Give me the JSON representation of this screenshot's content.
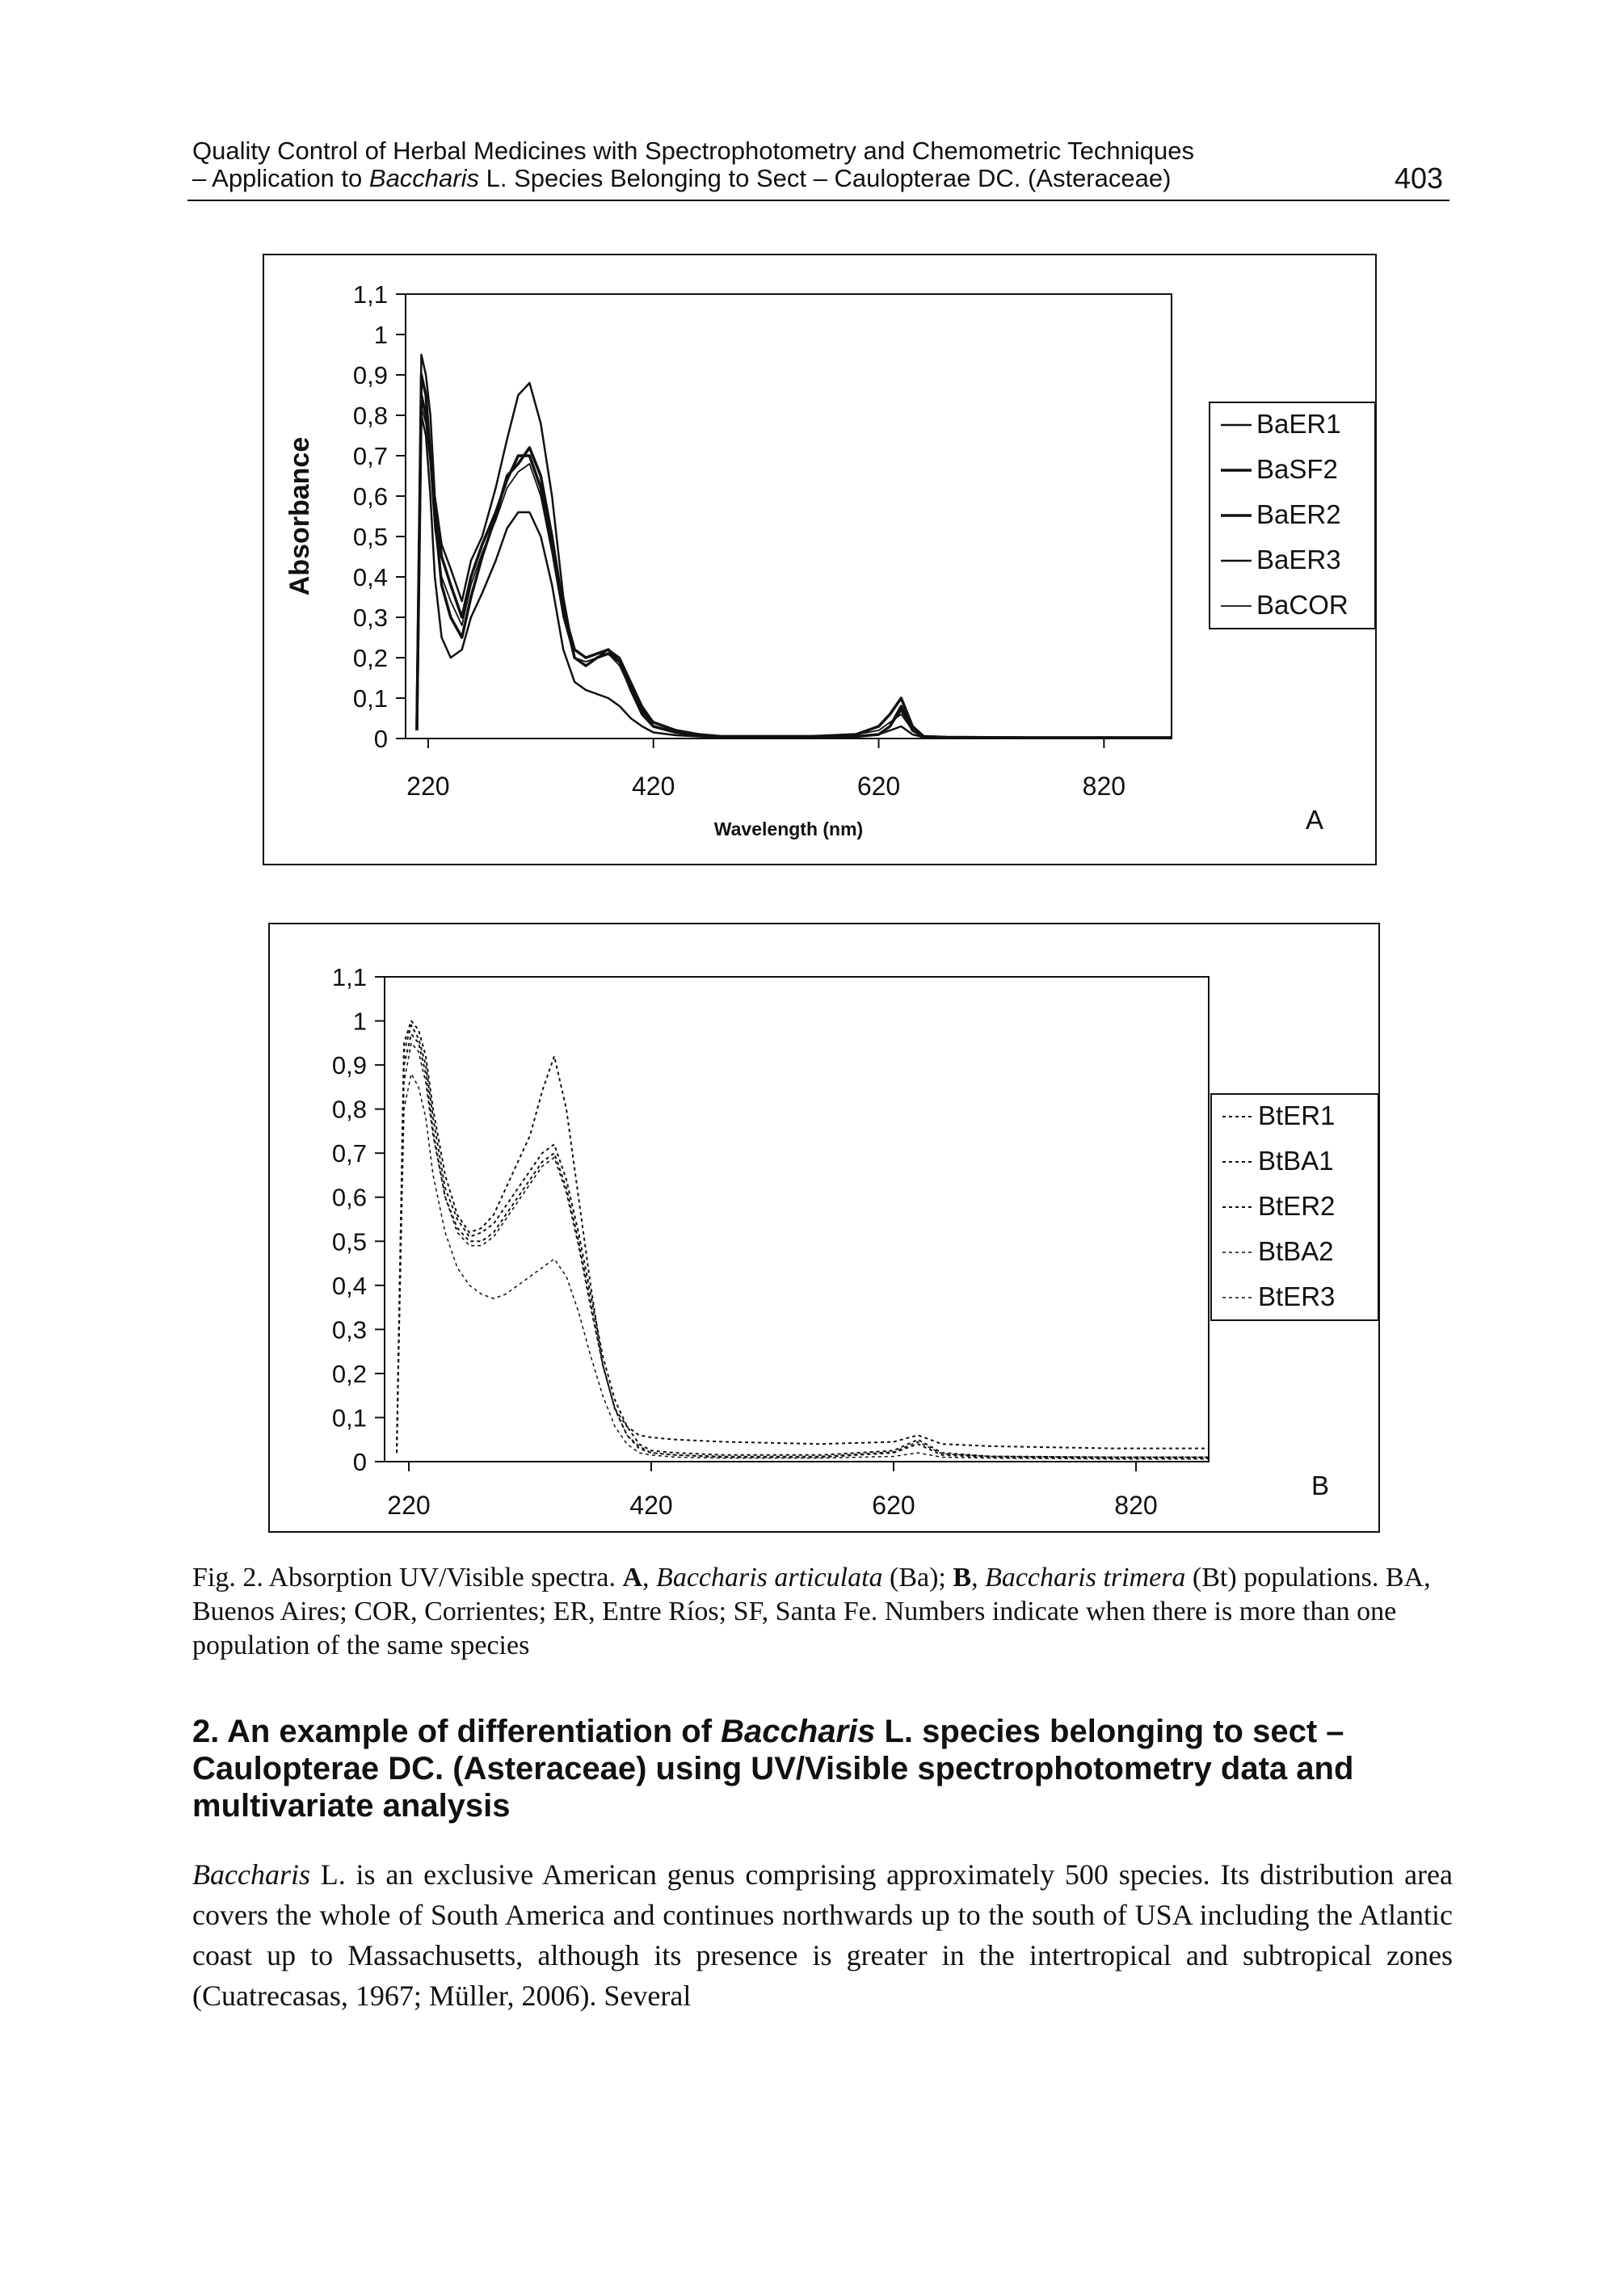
{
  "header": {
    "line1": "Quality Control of Herbal Medicines with Spectrophotometry and Chemometric Techniques",
    "line2_pre": "– Application to ",
    "line2_genus": "Baccharis",
    "line2_post": " L. Species Belonging to Sect – Caulopterae DC. (Asteraceae)",
    "page_number": "403"
  },
  "figure_a": {
    "panel_letter": "A",
    "chart_data": {
      "type": "line",
      "xlabel": "Wavelength (nm)",
      "ylabel": "Absorbance",
      "xlim": [
        200,
        880
      ],
      "ylim": [
        0,
        1.1
      ],
      "x_ticks": [
        "220",
        "420",
        "620",
        "820"
      ],
      "y_ticks": [
        "0",
        "0,1",
        "0,2",
        "0,3",
        "0,4",
        "0,5",
        "0,6",
        "0,7",
        "0,8",
        "0,9",
        "1",
        "1,1"
      ],
      "legend": "right",
      "series": [
        {
          "name": "BaER1",
          "x": [
            210,
            214,
            218,
            222,
            226,
            232,
            240,
            250,
            258,
            268,
            280,
            290,
            300,
            310,
            320,
            330,
            340,
            350,
            360,
            370,
            380,
            390,
            400,
            410,
            420,
            440,
            460,
            480,
            520,
            560,
            600,
            620,
            630,
            640,
            650,
            660,
            680,
            760,
            880
          ],
          "y": [
            0.02,
            0.95,
            0.9,
            0.8,
            0.6,
            0.48,
            0.42,
            0.34,
            0.44,
            0.5,
            0.62,
            0.74,
            0.85,
            0.88,
            0.78,
            0.6,
            0.35,
            0.2,
            0.18,
            0.2,
            0.22,
            0.2,
            0.14,
            0.08,
            0.04,
            0.02,
            0.01,
            0.005,
            0.005,
            0.005,
            0.005,
            0.01,
            0.03,
            0.07,
            0.02,
            0.005,
            0.003,
            0.002,
            0.002
          ]
        },
        {
          "name": "BaSF2",
          "x": [
            210,
            214,
            218,
            222,
            226,
            232,
            240,
            250,
            258,
            268,
            280,
            290,
            300,
            310,
            320,
            330,
            340,
            350,
            360,
            370,
            380,
            390,
            400,
            410,
            420,
            440,
            460,
            480,
            520,
            560,
            600,
            620,
            630,
            640,
            650,
            660,
            680,
            760,
            880
          ],
          "y": [
            0.02,
            0.9,
            0.85,
            0.7,
            0.55,
            0.38,
            0.3,
            0.25,
            0.35,
            0.45,
            0.55,
            0.65,
            0.68,
            0.72,
            0.65,
            0.5,
            0.32,
            0.2,
            0.18,
            0.2,
            0.21,
            0.19,
            0.13,
            0.07,
            0.04,
            0.02,
            0.01,
            0.005,
            0.005,
            0.005,
            0.005,
            0.01,
            0.03,
            0.08,
            0.02,
            0.005,
            0.003,
            0.002,
            0.002
          ]
        },
        {
          "name": "BaER2",
          "x": [
            210,
            214,
            218,
            222,
            226,
            232,
            240,
            250,
            258,
            268,
            280,
            290,
            300,
            310,
            320,
            330,
            340,
            350,
            360,
            370,
            380,
            390,
            400,
            410,
            420,
            440,
            460,
            480,
            520,
            560,
            600,
            620,
            630,
            640,
            650,
            660,
            680,
            760,
            880
          ],
          "y": [
            0.02,
            0.85,
            0.8,
            0.7,
            0.58,
            0.45,
            0.38,
            0.3,
            0.4,
            0.48,
            0.56,
            0.64,
            0.7,
            0.7,
            0.62,
            0.48,
            0.32,
            0.22,
            0.2,
            0.21,
            0.22,
            0.19,
            0.12,
            0.06,
            0.03,
            0.015,
            0.008,
            0.005,
            0.005,
            0.005,
            0.01,
            0.03,
            0.06,
            0.1,
            0.03,
            0.005,
            0.003,
            0.002,
            0.002
          ]
        },
        {
          "name": "BaER3",
          "x": [
            210,
            214,
            218,
            222,
            226,
            232,
            240,
            250,
            258,
            268,
            280,
            290,
            300,
            310,
            320,
            330,
            340,
            350,
            360,
            370,
            380,
            390,
            400,
            410,
            420,
            440,
            460,
            480,
            520,
            560,
            600,
            620,
            630,
            640,
            650,
            660,
            680,
            760,
            880
          ],
          "y": [
            0.02,
            0.8,
            0.75,
            0.6,
            0.4,
            0.25,
            0.2,
            0.22,
            0.3,
            0.36,
            0.44,
            0.52,
            0.56,
            0.56,
            0.5,
            0.38,
            0.22,
            0.14,
            0.12,
            0.11,
            0.1,
            0.08,
            0.05,
            0.03,
            0.015,
            0.008,
            0.005,
            0.003,
            0.003,
            0.003,
            0.005,
            0.01,
            0.02,
            0.03,
            0.01,
            0.003,
            0.002,
            0.001,
            0.001
          ]
        },
        {
          "name": "BaCOR",
          "x": [
            210,
            214,
            218,
            222,
            226,
            232,
            240,
            250,
            258,
            268,
            280,
            290,
            300,
            310,
            320,
            330,
            340,
            350,
            360,
            370,
            380,
            390,
            400,
            410,
            420,
            440,
            460,
            480,
            520,
            560,
            600,
            620,
            630,
            640,
            650,
            660,
            680,
            760,
            880
          ],
          "y": [
            0.02,
            0.82,
            0.78,
            0.68,
            0.52,
            0.4,
            0.34,
            0.28,
            0.38,
            0.46,
            0.54,
            0.62,
            0.66,
            0.68,
            0.6,
            0.46,
            0.3,
            0.2,
            0.19,
            0.2,
            0.21,
            0.18,
            0.12,
            0.06,
            0.03,
            0.015,
            0.008,
            0.005,
            0.005,
            0.005,
            0.01,
            0.02,
            0.04,
            0.06,
            0.02,
            0.005,
            0.003,
            0.002,
            0.002
          ]
        }
      ]
    }
  },
  "figure_b": {
    "panel_letter": "B",
    "chart_data": {
      "type": "line",
      "xlim": [
        200,
        880
      ],
      "ylim": [
        0,
        1.1
      ],
      "x_ticks": [
        "220",
        "420",
        "620",
        "820"
      ],
      "y_ticks": [
        "0",
        "0,1",
        "0,2",
        "0,3",
        "0,4",
        "0,5",
        "0,6",
        "0,7",
        "0,8",
        "0,9",
        "1",
        "1,1"
      ],
      "legend": "right",
      "series": [
        {
          "name": "BtER1",
          "x": [
            210,
            216,
            222,
            228,
            234,
            240,
            250,
            260,
            270,
            280,
            290,
            300,
            310,
            320,
            330,
            340,
            350,
            360,
            370,
            380,
            390,
            400,
            410,
            420,
            440,
            480,
            560,
            620,
            640,
            660,
            700,
            800,
            880
          ],
          "y": [
            0.02,
            0.95,
            1.0,
            0.98,
            0.92,
            0.8,
            0.65,
            0.56,
            0.52,
            0.53,
            0.56,
            0.62,
            0.68,
            0.74,
            0.84,
            0.92,
            0.8,
            0.6,
            0.4,
            0.22,
            0.12,
            0.08,
            0.06,
            0.055,
            0.05,
            0.045,
            0.04,
            0.045,
            0.06,
            0.04,
            0.035,
            0.03,
            0.03
          ]
        },
        {
          "name": "BtBA1",
          "x": [
            210,
            216,
            222,
            228,
            234,
            240,
            250,
            260,
            270,
            280,
            290,
            300,
            310,
            320,
            330,
            340,
            350,
            360,
            370,
            380,
            390,
            400,
            410,
            420,
            440,
            480,
            560,
            620,
            640,
            660,
            700,
            800,
            880
          ],
          "y": [
            0.02,
            0.9,
            0.97,
            0.95,
            0.88,
            0.75,
            0.6,
            0.53,
            0.5,
            0.5,
            0.52,
            0.56,
            0.6,
            0.64,
            0.68,
            0.7,
            0.62,
            0.5,
            0.36,
            0.22,
            0.12,
            0.06,
            0.03,
            0.02,
            0.015,
            0.01,
            0.01,
            0.02,
            0.04,
            0.015,
            0.01,
            0.008,
            0.008
          ]
        },
        {
          "name": "BtER2",
          "x": [
            210,
            216,
            222,
            228,
            234,
            240,
            250,
            260,
            270,
            280,
            290,
            300,
            310,
            320,
            330,
            340,
            350,
            360,
            370,
            380,
            390,
            400,
            410,
            420,
            440,
            480,
            560,
            620,
            640,
            660,
            700,
            800,
            880
          ],
          "y": [
            0.02,
            0.93,
            0.99,
            0.96,
            0.9,
            0.78,
            0.62,
            0.55,
            0.51,
            0.52,
            0.54,
            0.58,
            0.62,
            0.66,
            0.7,
            0.72,
            0.64,
            0.52,
            0.38,
            0.24,
            0.14,
            0.08,
            0.04,
            0.025,
            0.02,
            0.015,
            0.015,
            0.025,
            0.05,
            0.02,
            0.012,
            0.01,
            0.01
          ]
        },
        {
          "name": "BtBA2",
          "x": [
            210,
            216,
            222,
            228,
            234,
            240,
            250,
            260,
            270,
            280,
            290,
            300,
            310,
            320,
            330,
            340,
            350,
            360,
            370,
            380,
            390,
            400,
            410,
            420,
            440,
            480,
            560,
            620,
            640,
            660,
            700,
            800,
            880
          ],
          "y": [
            0.02,
            0.8,
            0.88,
            0.85,
            0.78,
            0.65,
            0.52,
            0.44,
            0.4,
            0.38,
            0.37,
            0.38,
            0.4,
            0.42,
            0.44,
            0.46,
            0.42,
            0.34,
            0.24,
            0.15,
            0.08,
            0.04,
            0.02,
            0.015,
            0.01,
            0.008,
            0.008,
            0.012,
            0.02,
            0.01,
            0.008,
            0.006,
            0.006
          ]
        },
        {
          "name": "BtER3",
          "x": [
            210,
            216,
            222,
            228,
            234,
            240,
            250,
            260,
            270,
            280,
            290,
            300,
            310,
            320,
            330,
            340,
            350,
            360,
            370,
            380,
            390,
            400,
            410,
            420,
            440,
            480,
            560,
            620,
            640,
            660,
            700,
            800,
            880
          ],
          "y": [
            0.02,
            0.86,
            0.95,
            0.93,
            0.86,
            0.74,
            0.6,
            0.52,
            0.49,
            0.49,
            0.51,
            0.55,
            0.59,
            0.63,
            0.67,
            0.69,
            0.61,
            0.49,
            0.35,
            0.22,
            0.12,
            0.06,
            0.035,
            0.02,
            0.015,
            0.012,
            0.012,
            0.022,
            0.045,
            0.018,
            0.012,
            0.01,
            0.01
          ]
        }
      ]
    }
  },
  "caption": {
    "lead": "Fig. 2. Absorption UV/Visible spectra. ",
    "a_label": "A",
    "sep1": ", ",
    "a_species": "Baccharis articulata",
    "a_abbr": " (Ba); ",
    "b_label": "B",
    "sep2": ", ",
    "b_species": "Baccharis trimera",
    "rest": " (Bt) populations. BA, Buenos Aires; COR, Corrientes; ER, Entre Ríos; SF, Santa Fe. Numbers indicate when there is more than one population of the same species"
  },
  "section": {
    "heading_pre": "2. An example of differentiation of ",
    "heading_genus": "Baccharis",
    "heading_post": " L. species belonging to sect – Caulopterae DC. (Asteraceae) using UV/Visible spectrophotometry data and multivariate analysis",
    "para_genus": "Baccharis",
    "para_text": " L. is an exclusive American genus comprising approximately 500 species. Its distribution area covers the whole of South America and continues northwards up to the south of USA including the Atlantic coast up to Massachusetts, although its presence is greater in the intertropical and subtropical zones (Cuatrecasas, 1967; Müller, 2006). Several"
  }
}
